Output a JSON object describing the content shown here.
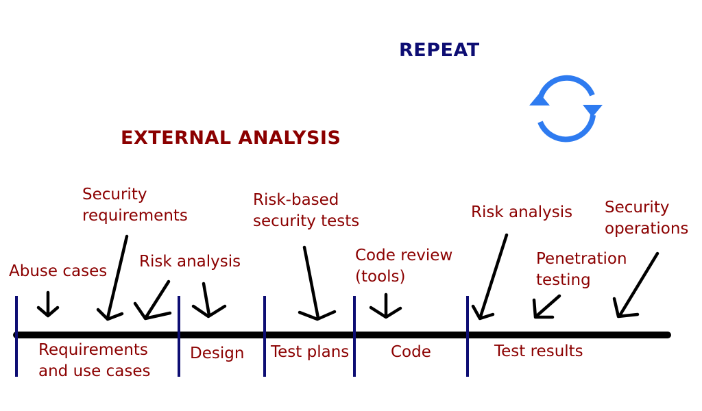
{
  "headings": {
    "repeat": "REPEAT",
    "external_analysis": "EXTERNAL ANALYSIS"
  },
  "activities": {
    "abuse_cases": "Abuse cases",
    "security_requirements": [
      "Security",
      "requirements"
    ],
    "risk_analysis_early": "Risk analysis",
    "risk_based_tests": [
      "Risk-based",
      "security tests"
    ],
    "code_review": [
      "Code review",
      "(tools)"
    ],
    "risk_analysis_late": "Risk analysis",
    "penetration_testing": [
      "Penetration",
      "testing"
    ],
    "security_operations": [
      "Security",
      "operations"
    ]
  },
  "phases": {
    "requirements": [
      "Requirements",
      "and use cases"
    ],
    "design": "Design",
    "test_plans": "Test plans",
    "code": "Code",
    "test_results": "Test results"
  },
  "icons": {
    "repeat": "cycle-arrows-icon"
  },
  "colors": {
    "heading_repeat": "#0d0d73",
    "heading_external": "#8b0000",
    "text": "#8b0000",
    "timeline": "#000000",
    "phase_divider": "#0d0d73",
    "cycle_icon": "#2e7bf0"
  }
}
